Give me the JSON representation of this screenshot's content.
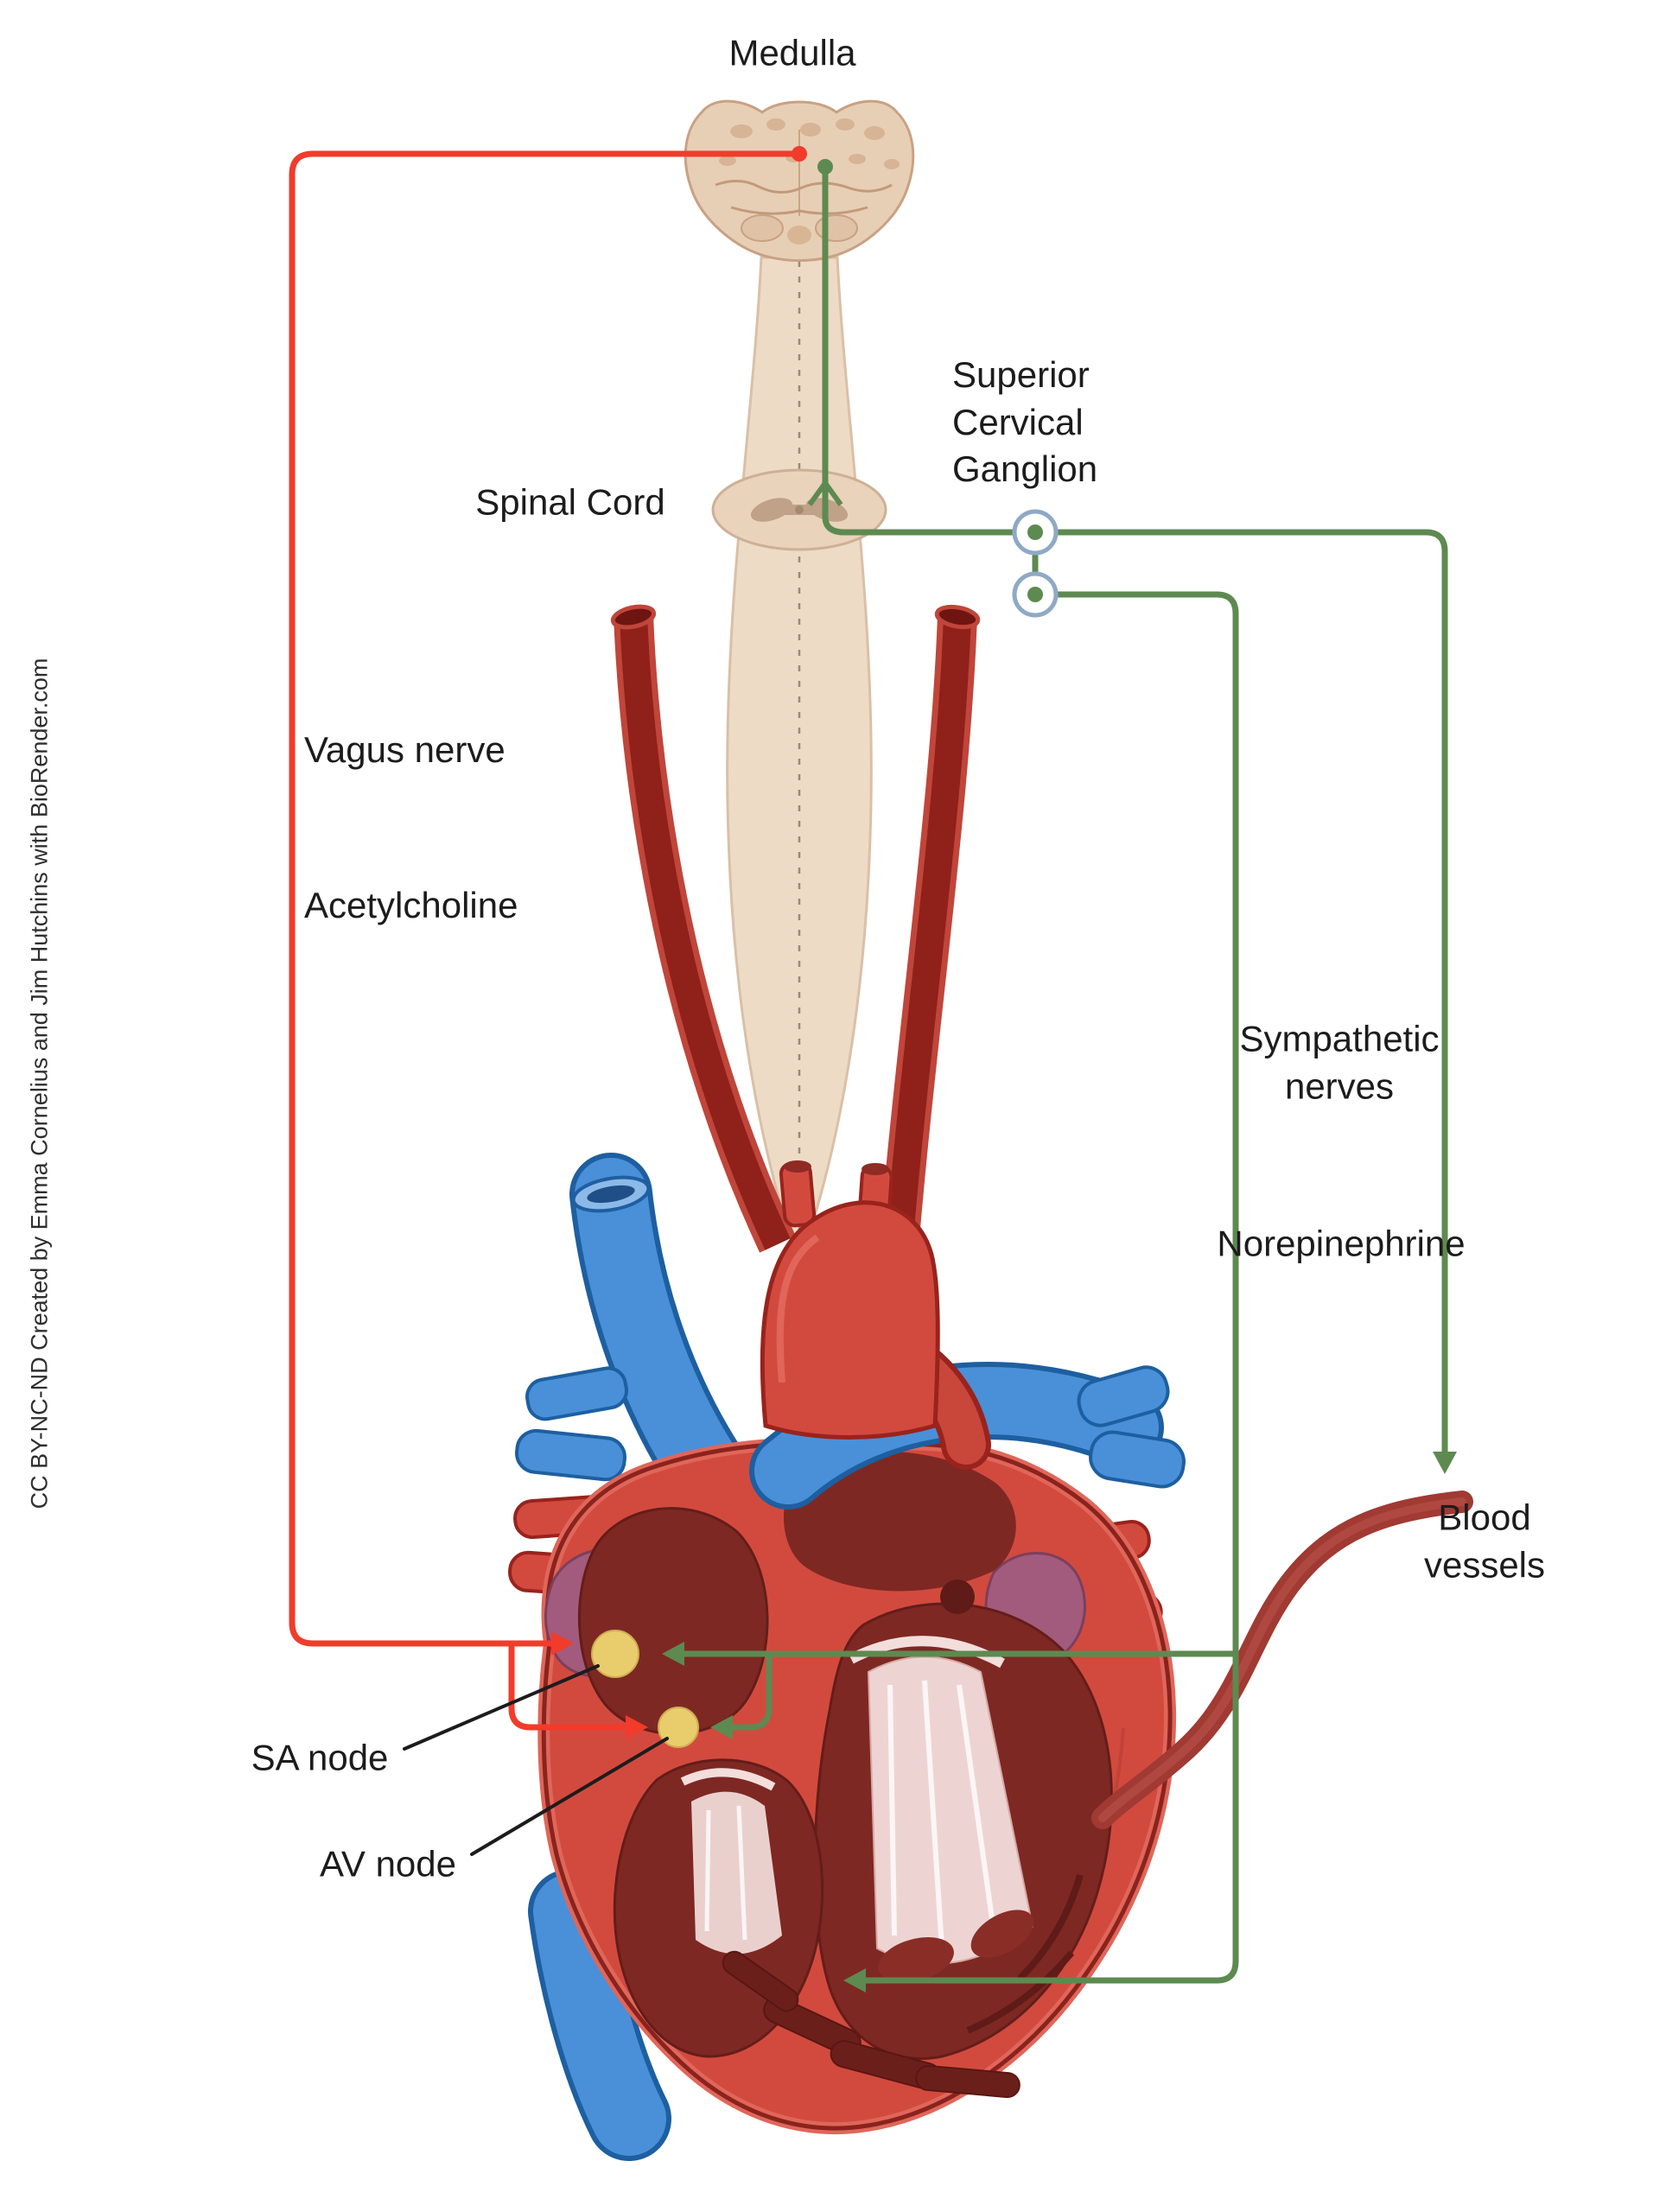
{
  "labels": {
    "medulla": "Medulla",
    "spinal_cord": "Spinal Cord",
    "superior_cervical_ganglion": "Superior\nCervical\nGanglion",
    "vagus_nerve": "Vagus nerve",
    "acetylcholine": "Acetylcholine",
    "sympathetic_nerves": "Sympathetic\nnerves",
    "norepinephrine": "Norepinephrine",
    "blood_vessels": "Blood vessels",
    "sa_node": "SA node",
    "av_node": "AV node"
  },
  "credit": "CC BY-NC-ND Created by Emma Cornelius and Jim Hutchins with BioRender.com",
  "colors": {
    "vagus_pathway": "#f23b2b",
    "sympathetic_pathway": "#5d8a50",
    "node_fill": "#e9cd6d",
    "ganglion_ring": "#8fa9c6"
  }
}
